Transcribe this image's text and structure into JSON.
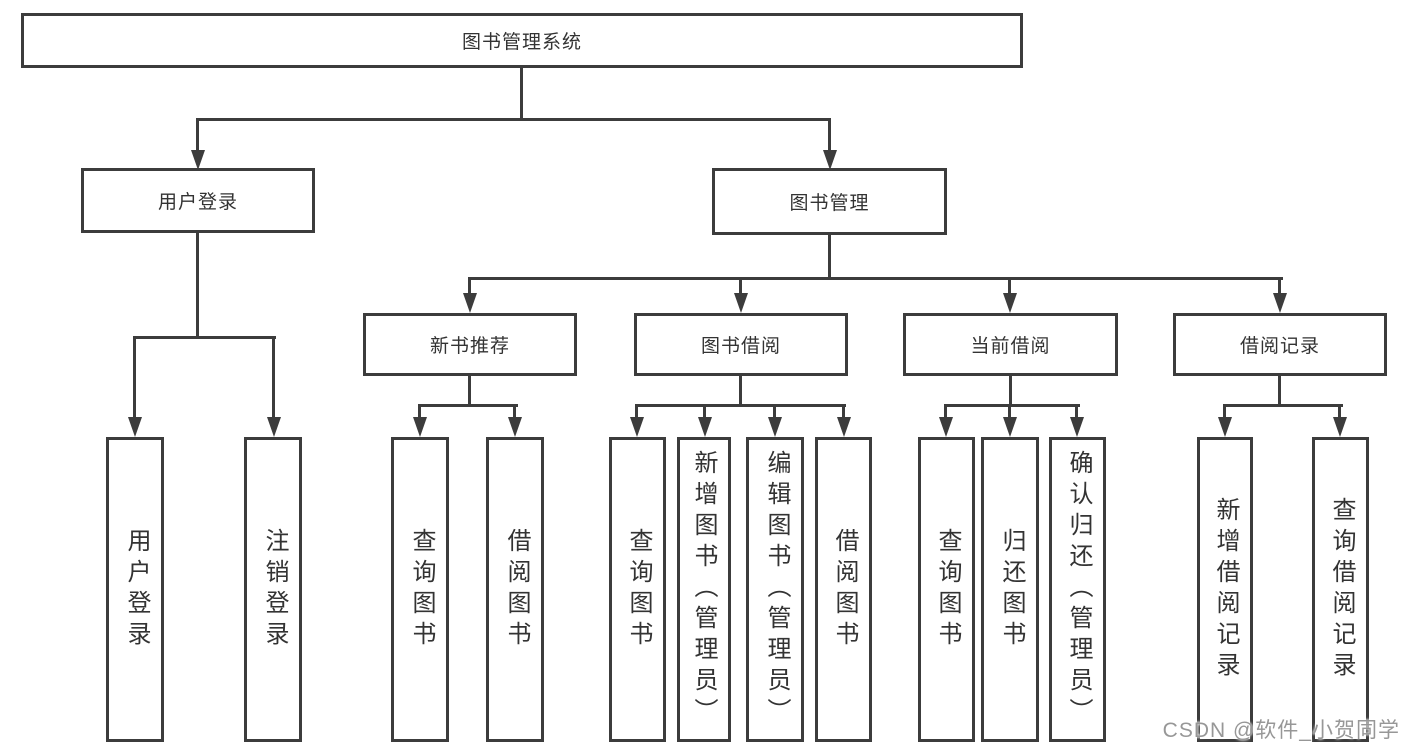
{
  "tree": {
    "label": "图书管理系统",
    "children": [
      {
        "label": "用户登录",
        "children": [
          {
            "label": "用户登录"
          },
          {
            "label": "注销登录"
          }
        ]
      },
      {
        "label": "图书管理",
        "children": [
          {
            "label": "新书推荐",
            "children": [
              {
                "label": "查询图书"
              },
              {
                "label": "借阅图书"
              }
            ]
          },
          {
            "label": "图书借阅",
            "children": [
              {
                "label": "查询图书"
              },
              {
                "label": "新增图书（管理员）"
              },
              {
                "label": "编辑图书（管理员）"
              },
              {
                "label": "借阅图书"
              }
            ]
          },
          {
            "label": "当前借阅",
            "children": [
              {
                "label": "查询图书"
              },
              {
                "label": "归还图书"
              },
              {
                "label": "确认归还（管理员）"
              }
            ]
          },
          {
            "label": "借阅记录",
            "children": [
              {
                "label": "新增借阅记录"
              },
              {
                "label": "查询借阅记录"
              }
            ]
          }
        ]
      }
    ]
  },
  "watermark": "CSDN @软件_小贺同学",
  "colors": {
    "line": "#3c3c3c",
    "box_border": "#3c3c3c",
    "text": "#333333",
    "watermark": "#979797",
    "background": "#ffffff"
  }
}
